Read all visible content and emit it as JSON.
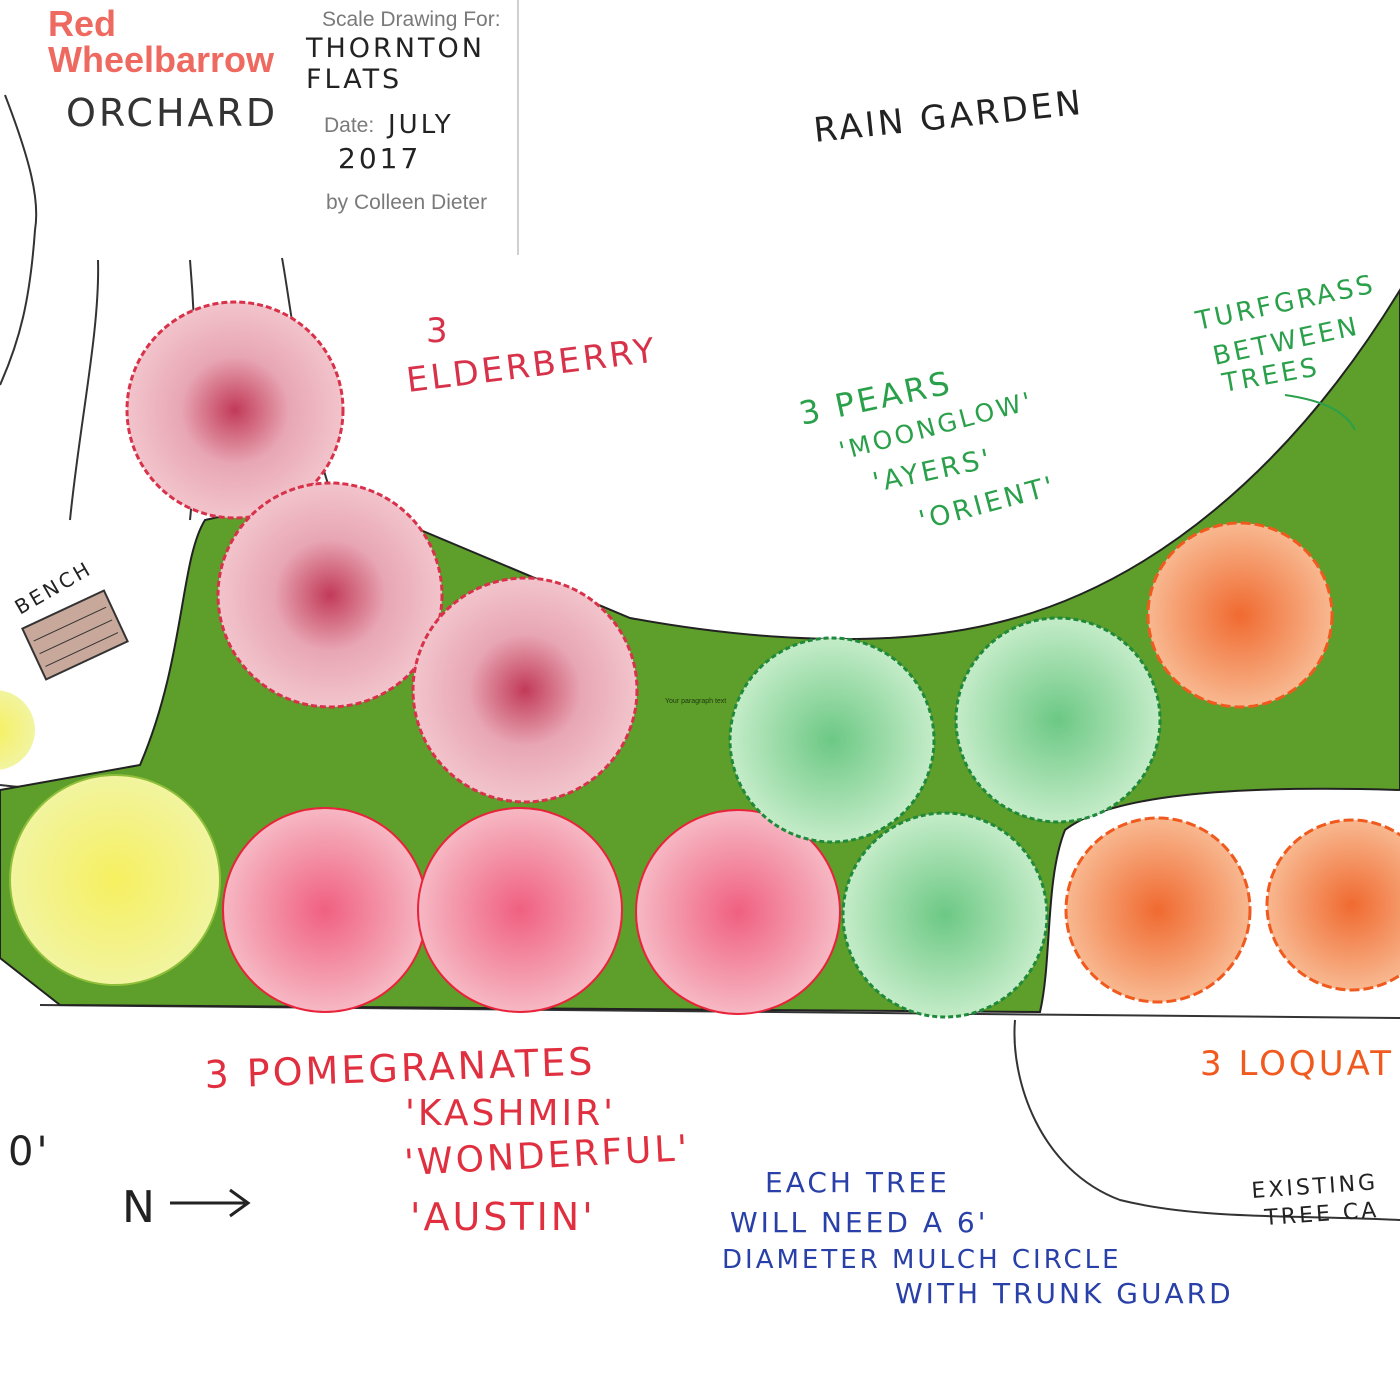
{
  "title_block": {
    "brand_line1": "Red",
    "brand_line2": "Wheelbarrow",
    "project_type": "ORCHARD",
    "scale_label": "Scale Drawing For:",
    "client_line1": "THORNTON",
    "client_line2": "FLATS",
    "date_label": "Date:",
    "date_line1": "JULY",
    "date_line2": "2017",
    "author": "by Colleen Dieter"
  },
  "labels": {
    "rain_garden": "RAIN GARDEN",
    "bench": "BENCH",
    "elderberry_count": "3",
    "elderberry": "ELDERBERRY",
    "pears": "3 PEARS",
    "pear_var1": "'MOONGLOW'",
    "pear_var2": "'AYERS'",
    "pear_var3": "'ORIENT'",
    "turf1": "TURFGRASS",
    "turf2": "BETWEEN",
    "turf3": "TREES",
    "paragraph": "Your paragraph text",
    "pomegranates": "3 POMEGRANATES",
    "pom_var1": "'KASHMIR'",
    "pom_var2": "'WONDERFUL'",
    "pom_var3": "'AUSTIN'",
    "loquats": "3 LOQUAT",
    "scale_zero": "0'",
    "north": "N",
    "note1": "EACH TREE",
    "note2": "WILL NEED A 6'",
    "note3": "DIAMETER MULCH CIRCLE",
    "note4": "WITH TRUNK GUARD",
    "existing1": "EXISTING",
    "existing2": "TREE CA"
  },
  "colors": {
    "bed_green": "#5e9e2a",
    "elderberry": "#d8324a",
    "pomegranate": "#e8243a",
    "pear": "#2aa04a",
    "loquat": "#f05a1e",
    "existing_tree": "#f0ee50",
    "note_blue": "#2840a8",
    "brand_red": "#ee6a60"
  }
}
